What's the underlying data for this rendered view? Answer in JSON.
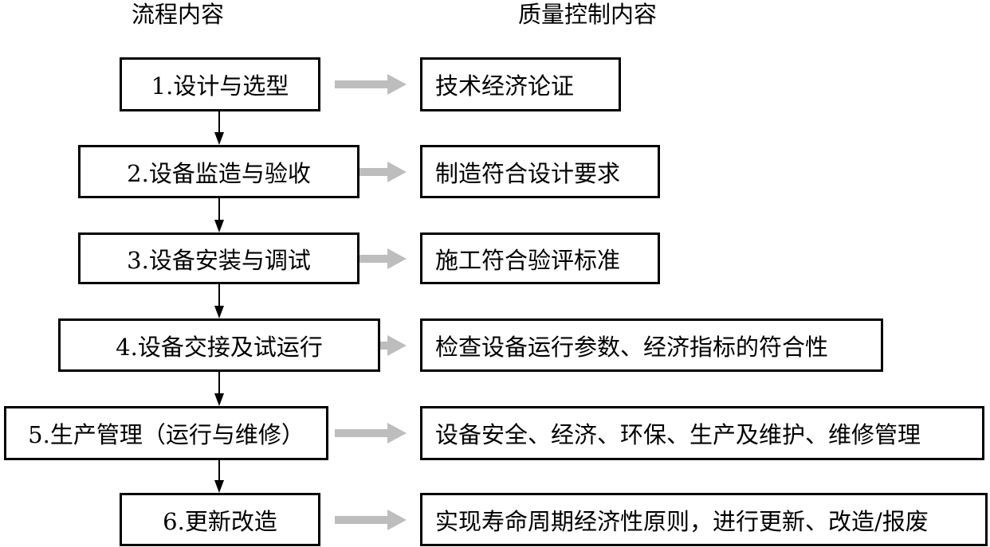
{
  "headers": {
    "process": "流程内容",
    "quality": "质量控制内容"
  },
  "steps": [
    {
      "process": "1.设计与选型",
      "quality": "技术经济论证"
    },
    {
      "process": "2.设备监造与验收",
      "quality": "制造符合设计要求"
    },
    {
      "process": "3.设备安装与调试",
      "quality": "施工符合验评标准"
    },
    {
      "process": "4.设备交接及试运行",
      "quality": "检查设备运行参数、经济指标的符合性"
    },
    {
      "process": "5.生产管理（运行与维修）",
      "quality": "设备安全、经济、环保、生产及维护、维修管理"
    },
    {
      "process": "6.更新改造",
      "quality": "实现寿命周期经济性原则，进行更新、改造/报废"
    }
  ],
  "colors": {
    "border": "#000000",
    "text": "#000000",
    "flow_arrow": "#000000",
    "link_arrow": "#bdbdbd"
  }
}
